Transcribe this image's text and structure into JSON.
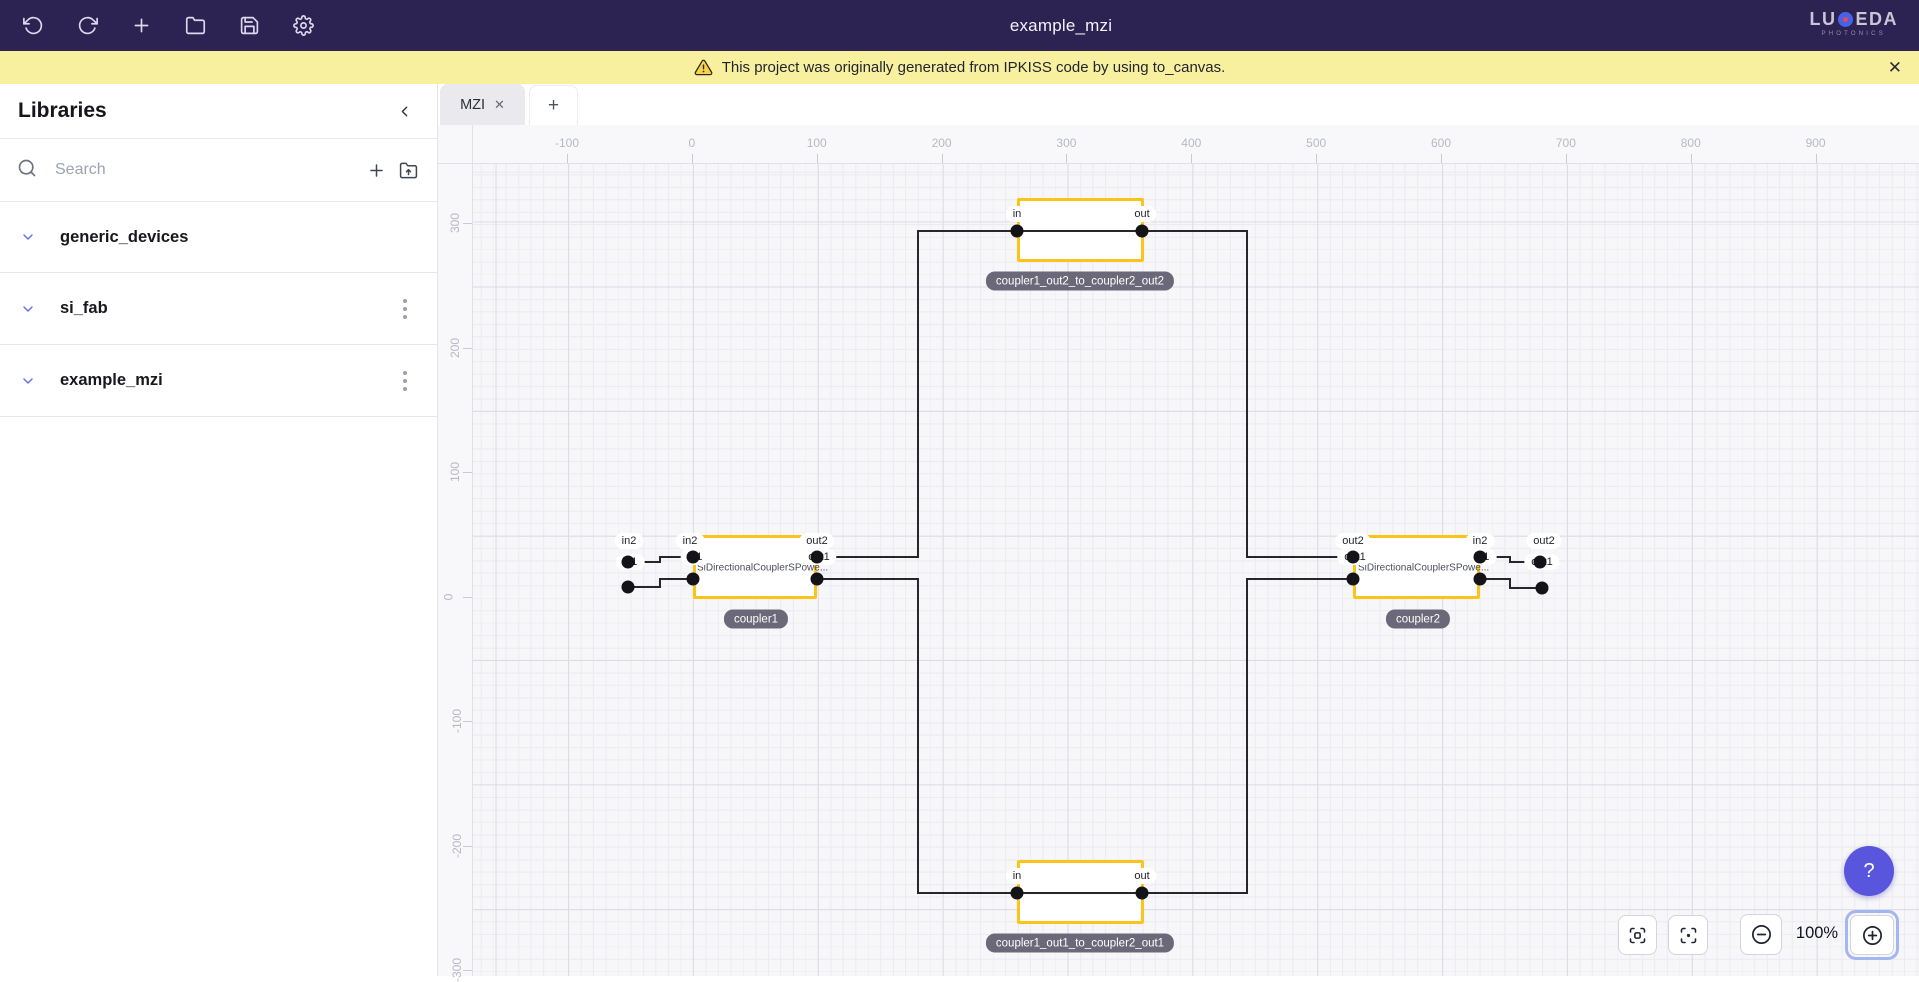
{
  "topbar": {
    "title": "example_mzi",
    "logo_pre": "LU",
    "logo_post": "EDA",
    "logo_subtext": "PHOTONICS",
    "icons": [
      "undo",
      "redo",
      "new",
      "open-project",
      "save",
      "settings"
    ]
  },
  "banner": {
    "text": "This project was originally generated from IPKISS code by using to_canvas.",
    "close_label": "✕"
  },
  "sidebar": {
    "title": "Libraries",
    "search_placeholder": "Search",
    "items": [
      {
        "label": "generic_devices"
      },
      {
        "label": "si_fab"
      },
      {
        "label": "example_mzi"
      }
    ]
  },
  "tabbar": {
    "active_tab": "MZI",
    "close_label": "✕",
    "new_tab_label": "+"
  },
  "canvas": {
    "h_ruler_labels": [
      "-100",
      "0",
      "100",
      "200",
      "300",
      "400",
      "500",
      "600",
      "700",
      "800",
      "900"
    ],
    "v_ruler_labels": [
      "300",
      "200",
      "100",
      "0",
      "-100",
      "-200",
      "-300"
    ],
    "components": {
      "top_connector": {
        "name": "coupler1_out2_to_coupler2_out2",
        "port_in": "in",
        "port_out": "out"
      },
      "bottom_connector": {
        "name": "coupler1_out1_to_coupler2_out1",
        "port_in": "in",
        "port_out": "out"
      },
      "coupler1": {
        "name": "coupler1",
        "type_label": "SiDirectionalCouplerSPowe...",
        "port_top_left": "in2",
        "port_top_right": "out2",
        "port_left_hidden": "in1",
        "port_right_hidden": "out1"
      },
      "coupler2": {
        "name": "coupler2",
        "type_label": "SiDirectionalCouplerSPowe...",
        "port_top_left": "out2",
        "port_top_right": "in2",
        "port_left_hidden": "out1",
        "port_right_hidden": "in1"
      },
      "external_left": {
        "port_label": "in2",
        "port_hidden": "in1"
      },
      "external_right": {
        "port_label": "out2",
        "port_hidden": "out1"
      }
    }
  },
  "controls": {
    "zoom_level": "100%",
    "help_label": "?"
  },
  "colors": {
    "topbar_bg": "#2d2353",
    "banner_bg": "#f9f09f",
    "accent_yellow": "#fcc419",
    "wire": "#26262b",
    "pill_dark": "#6b6879",
    "chevron_purple": "#6e6ef2",
    "help_purple": "#5956dd"
  }
}
